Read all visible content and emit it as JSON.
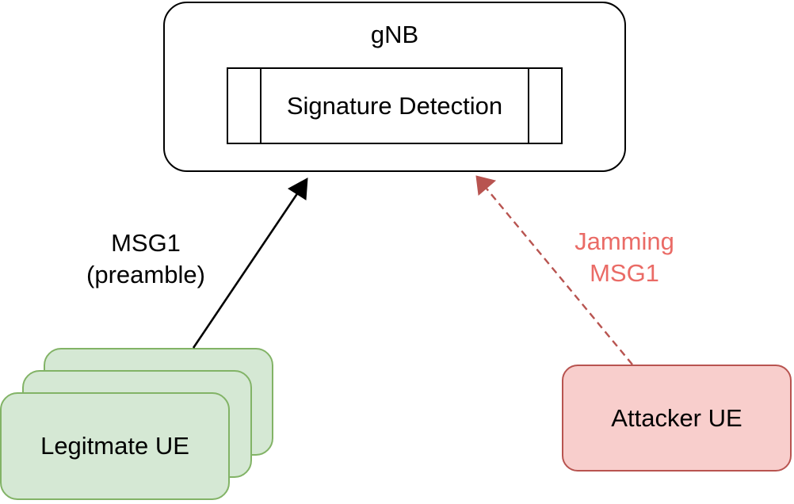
{
  "diagram": {
    "gnb": {
      "title": "gNB"
    },
    "signature_detection": {
      "label": "Signature Detection"
    },
    "legitimate_ue": {
      "label": "Legitmate UE",
      "fill": "#d5e8d4",
      "stroke": "#82b366"
    },
    "attacker_ue": {
      "label": "Attacker UE",
      "fill": "#f8cecc",
      "stroke": "#b85450"
    },
    "msg1_arrow": {
      "line1": "MSG1",
      "line2": "(preamble)",
      "color": "#000000"
    },
    "jamming_arrow": {
      "line1": "Jamming",
      "line2": "MSG1",
      "color": "#ea6b66",
      "stroke": "#b85450",
      "style": "dashed"
    }
  }
}
